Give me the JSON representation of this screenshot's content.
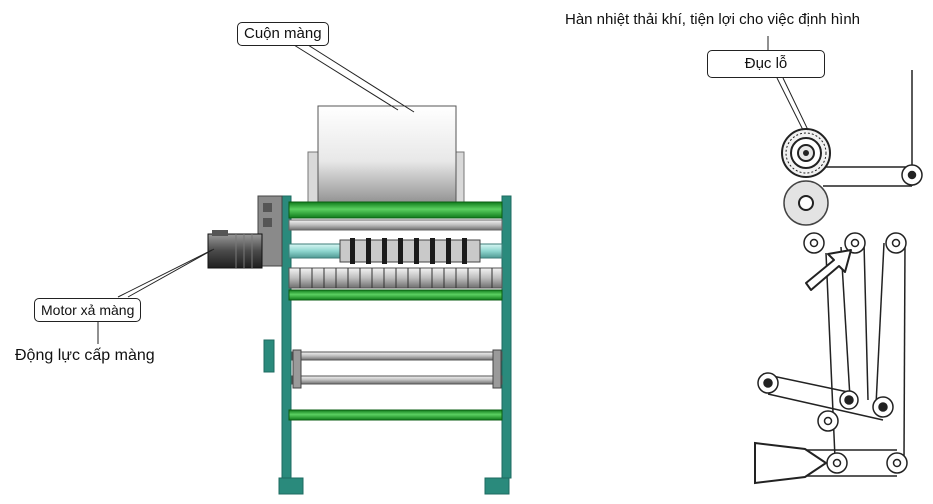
{
  "labels": {
    "film_roll": "Cuộn màng",
    "motor": "Motor xả màng",
    "power_feed": "Động lực cấp màng",
    "heat_seal": "Hàn nhiệt thải khí, tiện lợi cho việc định hình",
    "perforation": "Đục lỗ"
  },
  "colors": {
    "frame": "#2a8a7c",
    "frame_dark": "#1d6b60",
    "green_roller": "#22a52e",
    "motor": "#3a3a3a",
    "line": "#222222"
  }
}
